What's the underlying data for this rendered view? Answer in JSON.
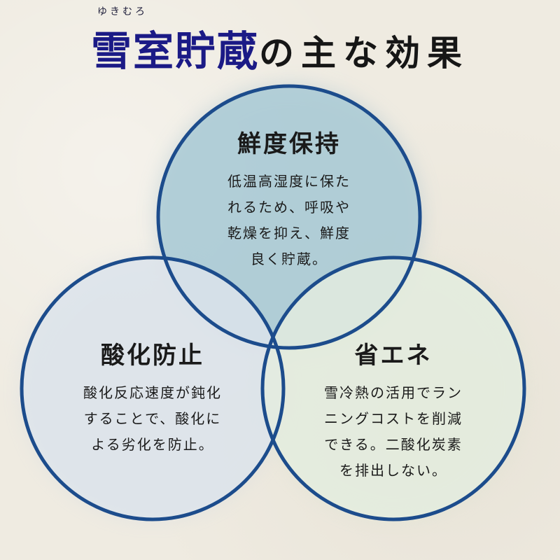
{
  "title": {
    "ruby": "ゆきむろ",
    "main": "雪室貯蔵",
    "rest": "の主な効果"
  },
  "circles": [
    {
      "heading": "鮮度保持",
      "lines": [
        "低温高湿度に保た",
        "れるため、呼吸や",
        "乾燥を抑え、鮮度",
        "良く貯蔵。"
      ],
      "fill": "#a9cad6"
    },
    {
      "heading": "酸化防止",
      "lines": [
        "酸化反応速度が鈍化",
        "することで、酸化に",
        "よる劣化を防止。"
      ],
      "fill": "#dde4ec"
    },
    {
      "heading": "省エネ",
      "lines": [
        "雪冷熱の活用でラン",
        "ニングコストを削減",
        "できる。二酸化炭素",
        "を排出しない。"
      ],
      "fill": "#e4eddf"
    }
  ],
  "colors": {
    "ring": "#1c4c8c",
    "title_accent": "#1b1a86"
  }
}
